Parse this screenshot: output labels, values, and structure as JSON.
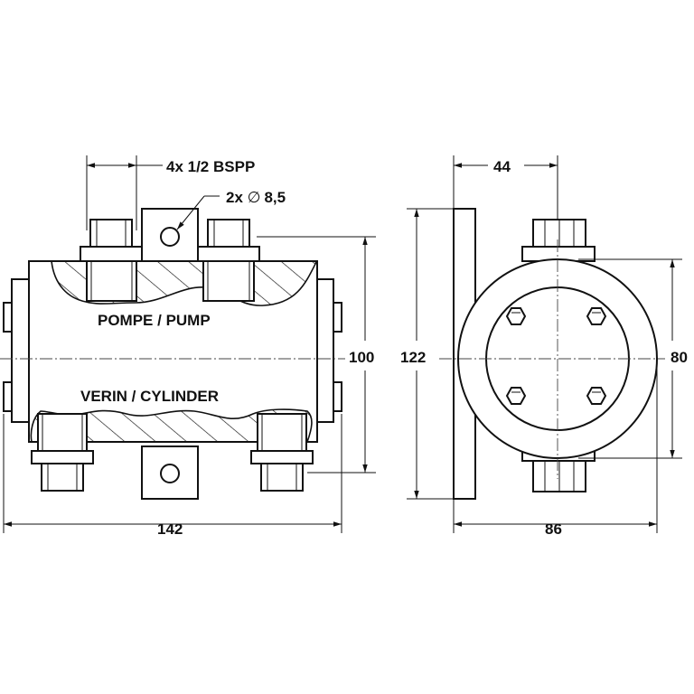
{
  "labels": {
    "ports": "4x 1/2 BSPP",
    "holes": "2x ",
    "holes_symbol": "∅",
    "holes_value": "8,5",
    "pump": "POMPE / PUMP",
    "cylinder": "VERIN / CYLINDER"
  },
  "dimensions": {
    "length": "142",
    "body_height": "100",
    "flange_height": "122",
    "depth": "44",
    "width": "86",
    "diameter": "80"
  }
}
